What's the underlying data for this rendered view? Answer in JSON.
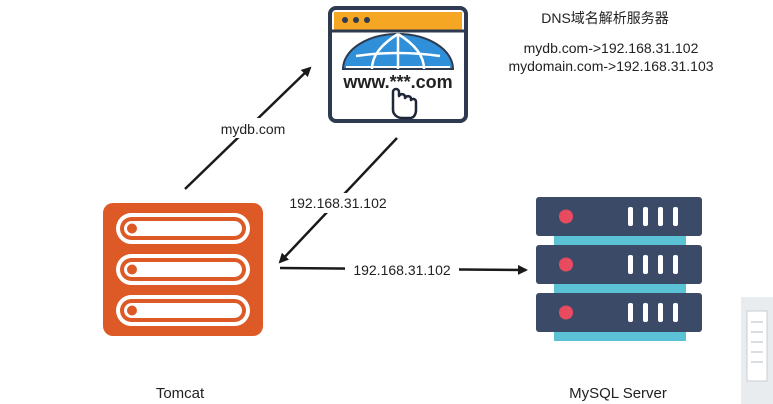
{
  "dns": {
    "title": "DNS域名解析服务器",
    "records": [
      "mydb.com->192.168.31.102",
      "mydomain.com->192.168.31.103"
    ],
    "browser_url_text": "www.***.com"
  },
  "edges": {
    "query_label": "mydb.com",
    "response_label": "192.168.31.102",
    "connect_label": "192.168.31.102"
  },
  "nodes": {
    "tomcat_label": "Tomcat",
    "mysql_label": "MySQL Server"
  },
  "colors": {
    "browser_frame": "#f5a623",
    "browser_border": "#2e3a4f",
    "globe_blue": "#2f8fd8",
    "tomcat_orange": "#dd5a26",
    "server_dark": "#3b4a66",
    "server_light": "#5bc2d6",
    "server_led": "#e84a5f",
    "arrow": "#1a1a1a"
  }
}
